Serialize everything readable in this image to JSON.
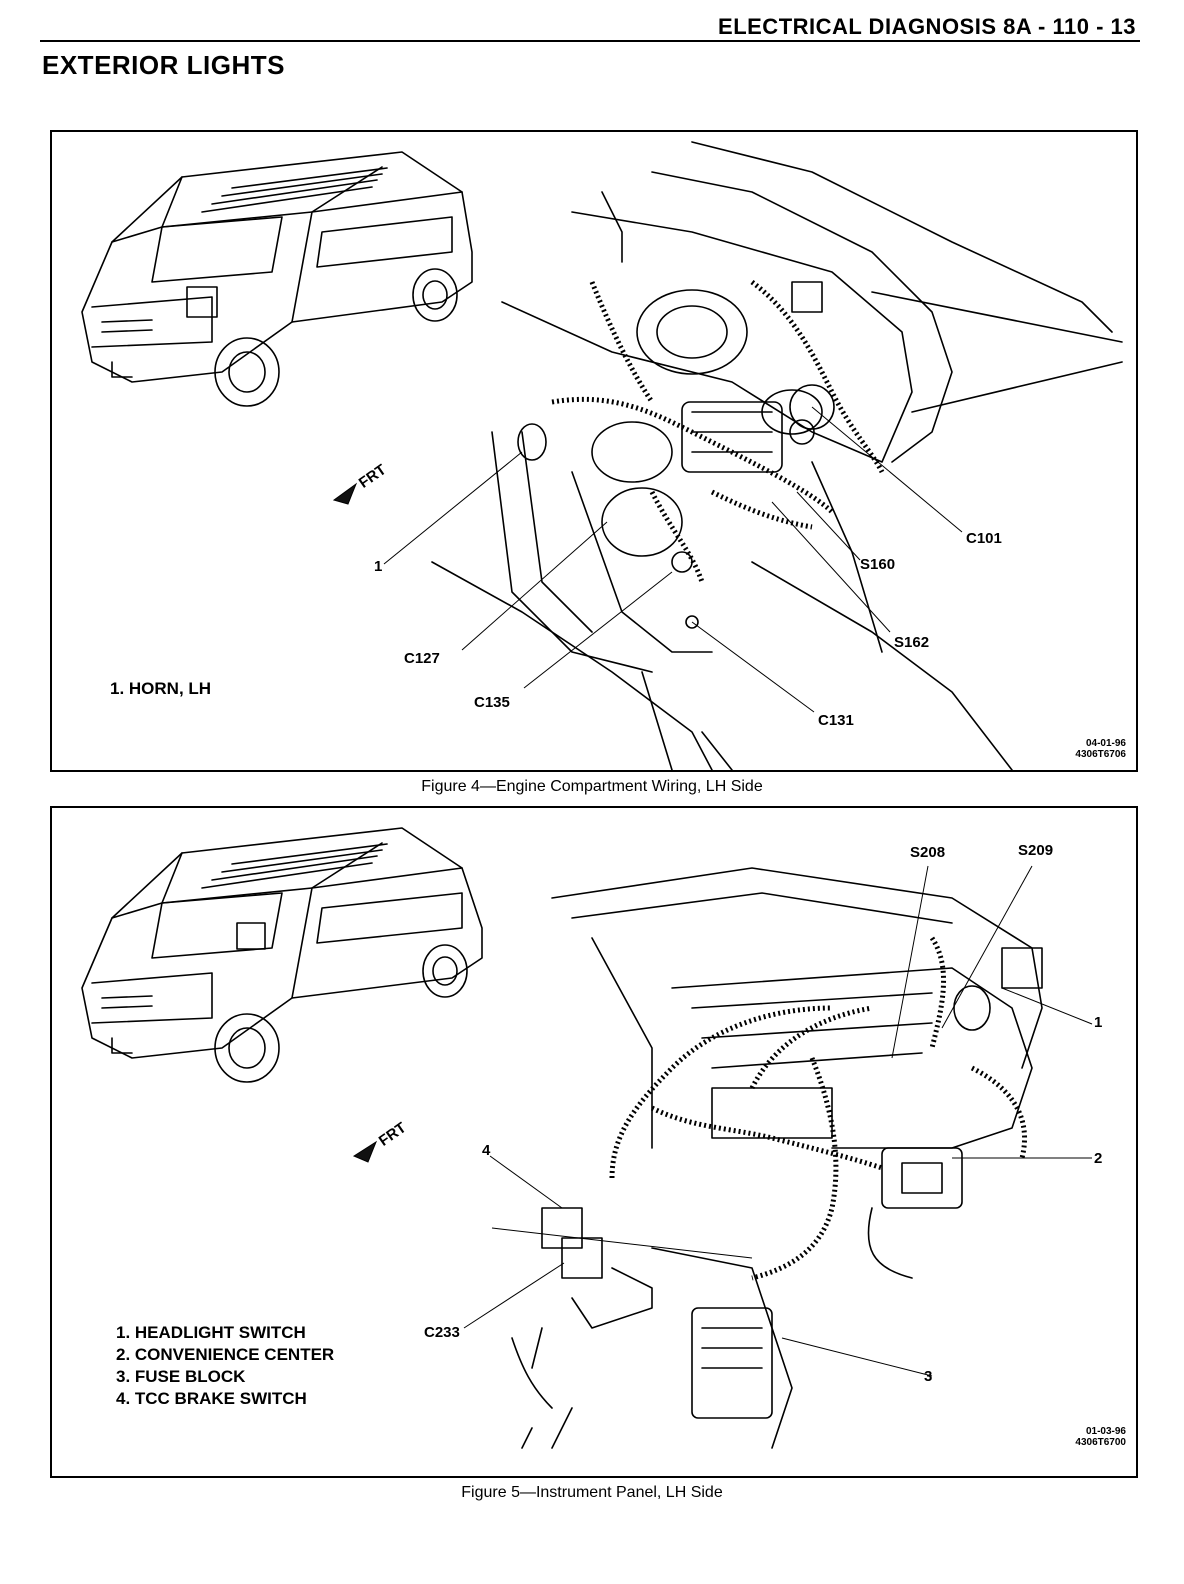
{
  "header": {
    "section_code": "ELECTRICAL DIAGNOSIS 8A - 110 - 13",
    "page_title": "EXTERIOR LIGHTS"
  },
  "figure4": {
    "caption": "Figure 4—Engine Compartment Wiring, LH Side",
    "legend": [
      "1. HORN, LH"
    ],
    "front_marker": "FRT",
    "callouts": {
      "c1": "1",
      "c101": "C101",
      "s160": "S160",
      "s162": "S162",
      "c127": "C127",
      "c135": "C135",
      "c131": "C131"
    },
    "stamp": [
      "04-01-96",
      "4306T6706"
    ]
  },
  "figure5": {
    "caption": "Figure 5—Instrument Panel, LH Side",
    "legend": [
      "1. HEADLIGHT SWITCH",
      "2. CONVENIENCE CENTER",
      "3. FUSE BLOCK",
      "4. TCC BRAKE SWITCH"
    ],
    "front_marker": "FRT",
    "callouts": {
      "s208": "S208",
      "s209": "S209",
      "n1": "1",
      "n2": "2",
      "n3": "3",
      "n4": "4",
      "c233": "C233"
    },
    "stamp": [
      "01-03-96",
      "4306T6700"
    ]
  }
}
